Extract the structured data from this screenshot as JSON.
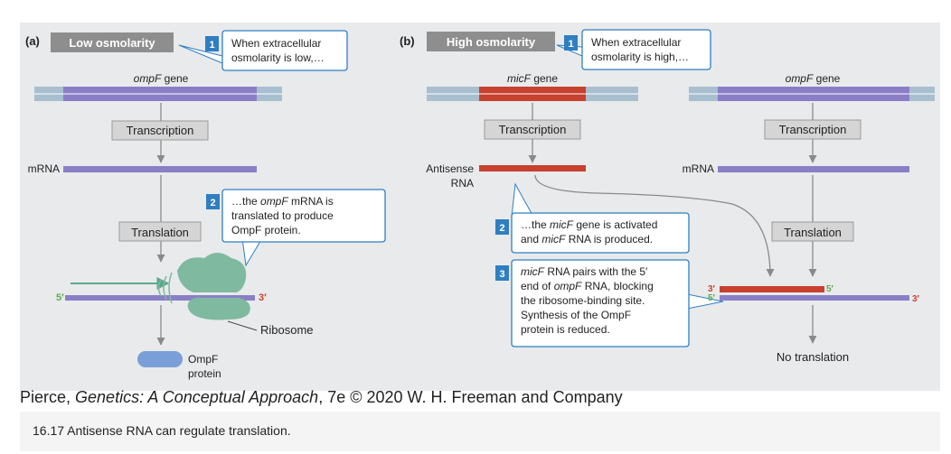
{
  "panel_a": {
    "letter": "(a)",
    "title": "Low osmolarity",
    "callout1": {
      "number": "1",
      "line1": "When extracellular",
      "line2": "osmolarity is low,…"
    },
    "gene_label": {
      "italic": "ompF",
      "rest": " gene"
    },
    "transcription": "Transcription",
    "mrna": "mRNA",
    "translation": "Translation",
    "callout2": {
      "number": "2",
      "line1_pre": "…the ",
      "line1_italic": "ompF",
      "line1_post": " mRNA is",
      "line2": "translated to produce",
      "line3": "OmpF protein."
    },
    "five_prime": "5′",
    "three_prime": "3′",
    "ribosome": "Ribosome",
    "protein_line1": "OmpF",
    "protein_line2": "protein"
  },
  "panel_b": {
    "letter": "(b)",
    "title": "High osmolarity",
    "callout1": {
      "number": "1",
      "line1": "When extracellular",
      "line2": "osmolarity is high,…"
    },
    "micf_gene": {
      "italic": "micF",
      "rest": " gene"
    },
    "ompf_gene": {
      "italic": "ompF",
      "rest": " gene"
    },
    "transcription_left": "Transcription",
    "transcription_right": "Transcription",
    "antisense_line1": "Antisense",
    "antisense_line2": "RNA",
    "mrna": "mRNA",
    "translation": "Translation",
    "callout2": {
      "number": "2",
      "line1_pre": "…the ",
      "line1_italic": "micF",
      "line1_post": " gene is activated",
      "line2_pre": "and ",
      "line2_italic": "micF",
      "line2_post": " RNA is produced."
    },
    "callout3": {
      "number": "3",
      "line1_italic": "micF",
      "line1_post": " RNA pairs with the 5′",
      "line2_pre": "end of ",
      "line2_italic": "ompF",
      "line2_post": " RNA, blocking",
      "line3": "the ribosome-binding site.",
      "line4": "Synthesis of the OmpF",
      "line5": "protein is reduced."
    },
    "top_three": "3′",
    "top_five": "5′",
    "bottom_five": "5′",
    "bottom_three": "3′",
    "no_translation": "No translation"
  },
  "credit": {
    "pre": "Pierce, ",
    "italic": "Genetics: A Conceptual Approach",
    "post": ", 7e © 2020 W. H. Freeman and Company"
  },
  "caption": "16.17 Antisense RNA can regulate translation.",
  "colors": {
    "background": "#e8eaec",
    "gene_purple": "#8a7fc6",
    "gene_flank": "#a8bfd0",
    "antisense_red": "#c8402e",
    "ribosome_green": "#7fb9a0",
    "protein_blue": "#7a9ed8",
    "callout_blue": "#2f7fc0",
    "five_prime_green": "#5ab04a",
    "three_prime_red": "#d0402e"
  }
}
